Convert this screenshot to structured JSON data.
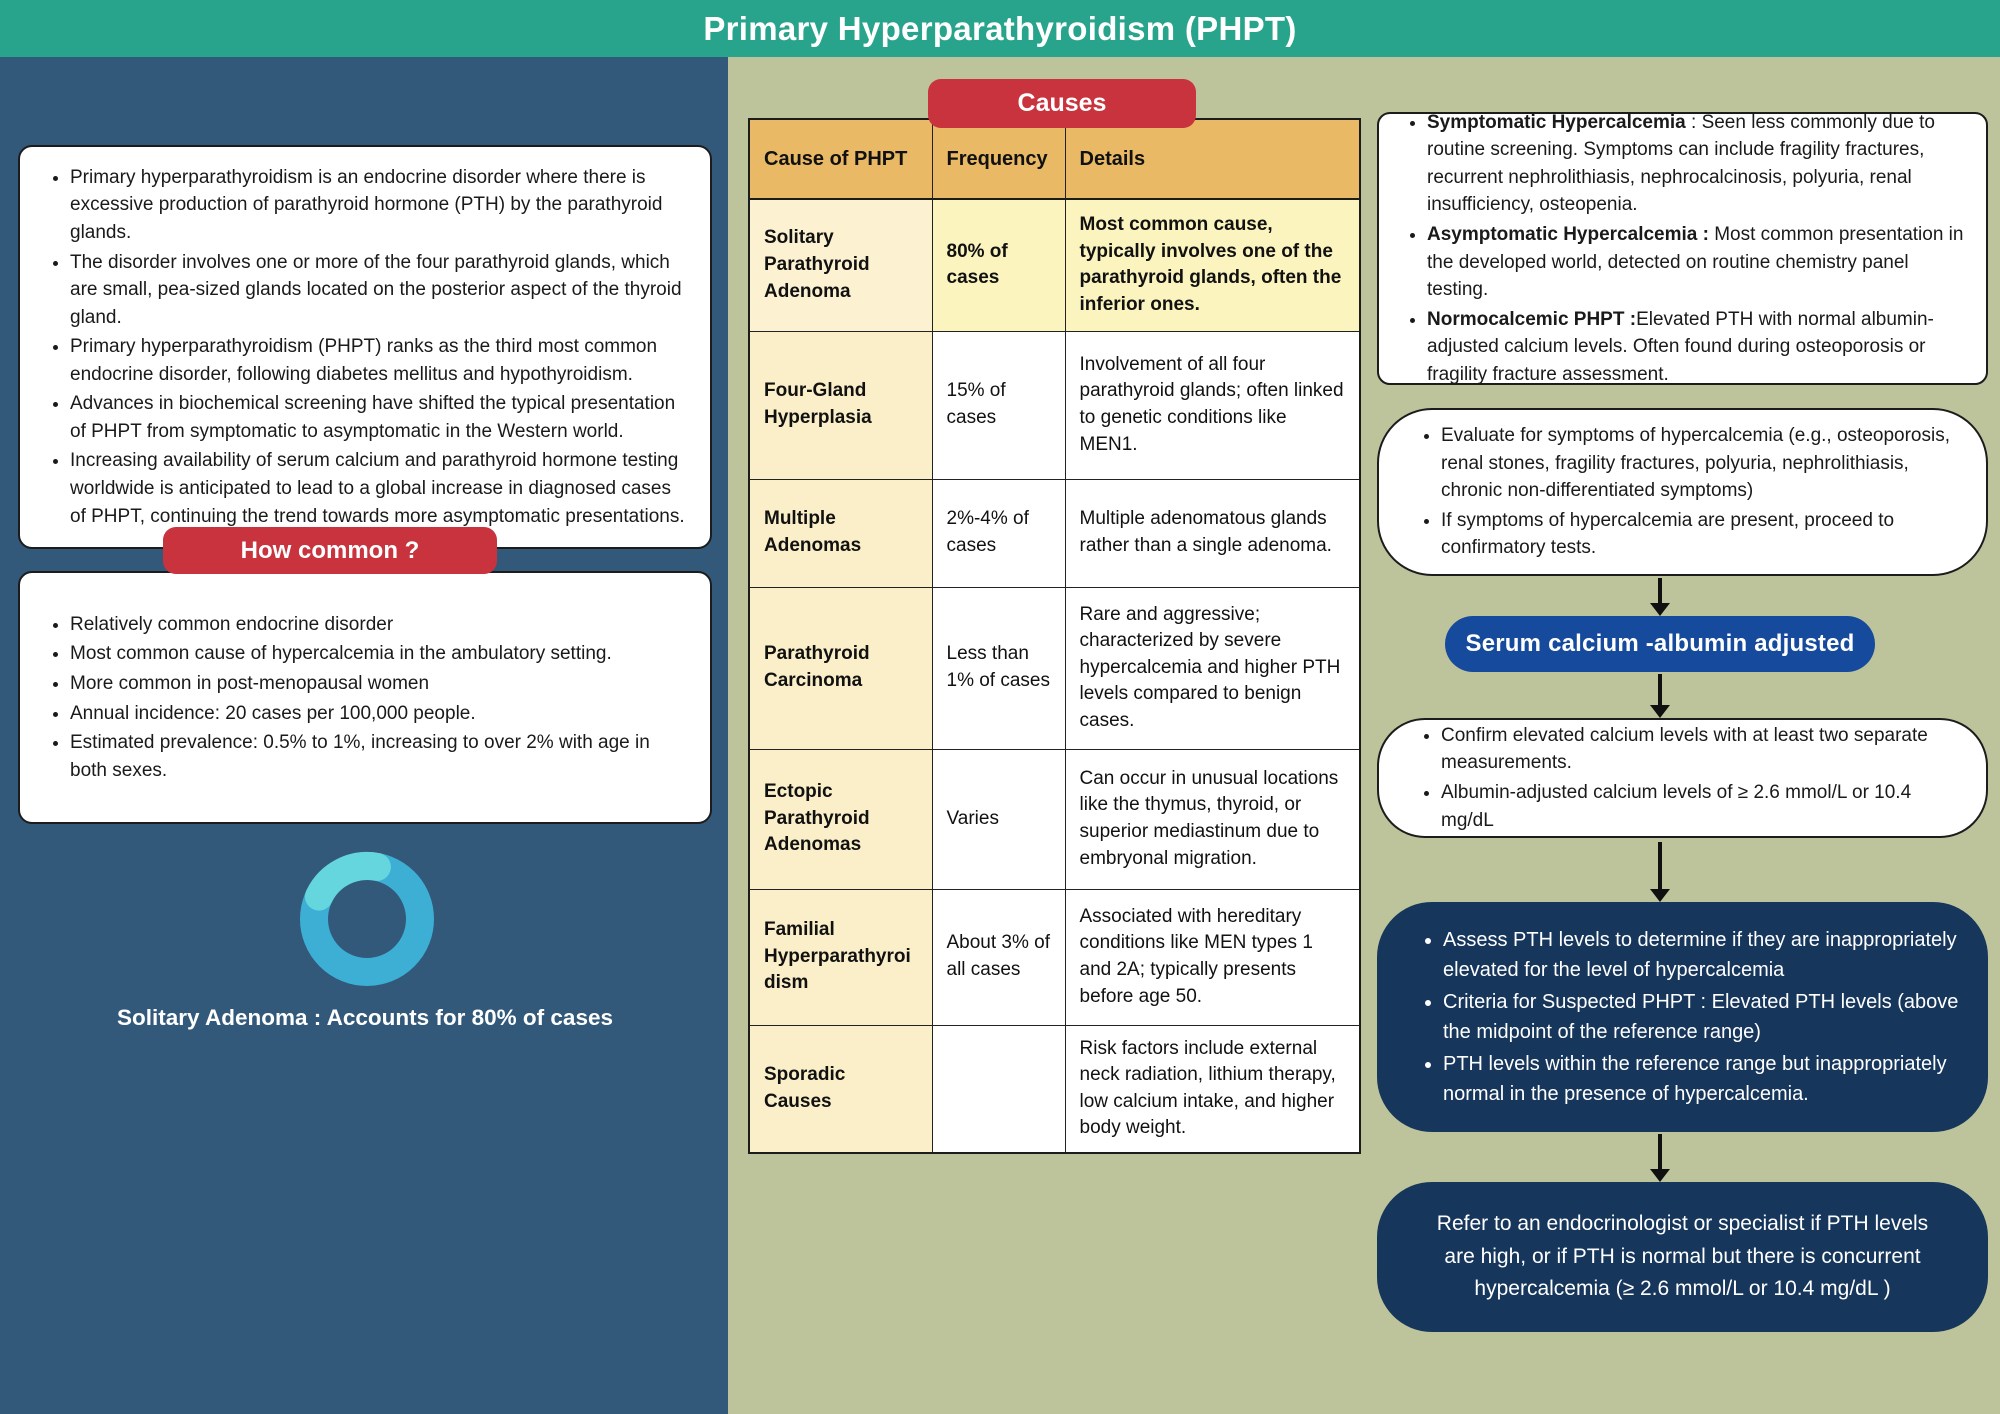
{
  "header": {
    "title": "Primary Hyperparathyroidism (PHPT)"
  },
  "left": {
    "intro_bullets": [
      "Primary hyperparathyroidism is an endocrine disorder where there is excessive production of parathyroid hormone (PTH) by the parathyroid glands.",
      "The disorder involves one or more of the four parathyroid glands, which are small, pea-sized glands located on the posterior aspect of the thyroid gland.",
      "Primary hyperparathyroidism (PHPT) ranks as the third most common endocrine disorder, following diabetes mellitus and hypothyroidism.",
      "Advances in biochemical screening have shifted the typical presentation of PHPT from symptomatic to asymptomatic in the Western world.",
      "Increasing availability of serum calcium and parathyroid hormone testing worldwide is anticipated to lead to a global increase in diagnosed cases of PHPT, continuing the trend towards more asymptomatic presentations."
    ],
    "how_common_badge": "How common ?",
    "common_bullets": [
      "Relatively common endocrine disorder",
      "Most common cause of hypercalcemia in the ambulatory setting.",
      "More common in post-menopausal women",
      "Annual incidence: 20 cases per 100,000 people.",
      "Estimated prevalence: 0.5% to 1%, increasing to over 2% with age in both sexes."
    ],
    "donut_caption": "Solitary Adenoma : Accounts for 80% of cases",
    "donut_chart": {
      "type": "pie",
      "label": "Solitary Adenoma",
      "value_percent": 80
    }
  },
  "causes": {
    "badge": "Causes",
    "table": {
      "headers": [
        "Cause of PHPT",
        "Frequency",
        "Details"
      ],
      "rows": [
        {
          "cause": "Solitary Parathyroid Adenoma",
          "frequency": "80% of cases",
          "details": "Most common cause, typically involves one of the parathyroid glands, often the inferior ones."
        },
        {
          "cause": "Four-Gland Hyperplasia",
          "frequency": "15% of cases",
          "details": "Involvement of all four parathyroid glands; often linked to genetic conditions like MEN1."
        },
        {
          "cause": "Multiple Adenomas",
          "frequency": "2%-4% of cases",
          "details": "Multiple adenomatous glands rather than a single adenoma."
        },
        {
          "cause": "Parathyroid Carcinoma",
          "frequency": "Less than 1% of cases",
          "details": "Rare and aggressive; characterized by severe hypercalcemia and higher PTH levels compared to benign cases."
        },
        {
          "cause": "Ectopic Parathyroid Adenomas",
          "frequency": "Varies",
          "details": "Can occur in unusual locations like the thymus, thyroid, or superior mediastinum due to embryonal migration."
        },
        {
          "cause": "Familial Hyperparathyroidism",
          "frequency": "About 3% of all cases",
          "details": "Associated with hereditary conditions like MEN types 1 and 2A; typically presents before age 50."
        },
        {
          "cause": "Sporadic Causes",
          "frequency": "",
          "details": "Risk factors include external neck radiation, lithium therapy, low calcium intake, and higher body weight."
        }
      ]
    }
  },
  "right": {
    "presentation_bullets": [
      {
        "bold": "Symptomatic Hypercalcemia",
        "text": " : Seen less commonly due to routine screening. Symptoms can include fragility fractures, recurrent nephrolithiasis, nephrocalcinosis, polyuria, renal insufficiency, osteopenia."
      },
      {
        "bold": "Asymptomatic Hypercalcemia :",
        "text": " Most common presentation in the developed world, detected on routine chemistry panel testing."
      },
      {
        "bold": "Normocalcemic PHPT :",
        "text": "Elevated PTH with normal albumin-adjusted calcium levels. Often found during osteoporosis or fragility fracture assessment."
      }
    ],
    "evaluate_bullets": [
      "Evaluate for symptoms of hypercalcemia (e.g., osteoporosis, renal stones, fragility fractures, polyuria, nephrolithiasis, chronic non-differentiated symptoms)",
      "If symptoms of hypercalcemia are present, proceed to confirmatory tests."
    ],
    "serum_pill": "Serum calcium -albumin adjusted",
    "confirm_bullets": [
      "Confirm elevated calcium levels with at least two separate measurements.",
      "Albumin-adjusted calcium levels of ≥ 2.6 mmol/L or  10.4 mg/dL"
    ],
    "pth_bullets": [
      "Assess PTH levels to determine if they are inappropriately elevated for the level of hypercalcemia",
      "Criteria for Suspected PHPT : Elevated PTH levels (above the midpoint of the reference range)",
      "PTH levels within the reference range but inappropriately normal in the presence of hypercalcemia."
    ],
    "refer_text": "Refer to an endocrinologist or specialist if PTH levels are high, or if PTH is normal but there is concurrent hypercalcemia (≥ 2.6 mmol/L or 10.4 mg/dL )"
  },
  "colors": {
    "header_teal": "#29A48C",
    "badge_red": "#C8333E",
    "left_panel_slate": "#33597A",
    "background_sage": "#BDC49B",
    "table_header_orange": "#E9B966",
    "row_highlight_yellow": "#FBF4BE",
    "cause_column_cream": "#FAEFC8",
    "navy_box": "#16365C",
    "pill_blue": "#164A9D",
    "donut_main_blue": "#3DAFD5",
    "donut_light_teal": "#65D6DE"
  }
}
